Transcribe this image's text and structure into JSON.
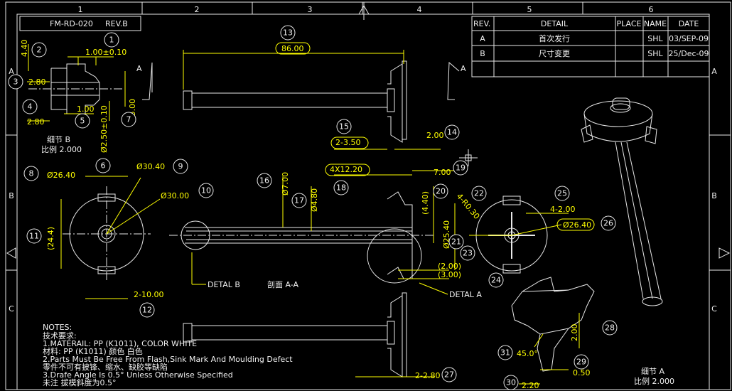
{
  "frame": {
    "columns": [
      "1",
      "2",
      "3",
      "4",
      "5",
      "6"
    ],
    "rows": [
      "A",
      "B",
      "C"
    ]
  },
  "title_box": {
    "drawing_no": "FM-RD-020",
    "revision": "REV.B"
  },
  "revision_table": {
    "headers": [
      "REV.",
      "DETAIL",
      "PLACE",
      "NAME",
      "DATE"
    ],
    "rows": [
      [
        "A",
        "首次发行",
        "",
        "SHL",
        "03/SEP-09"
      ],
      [
        "B",
        "尺寸变更",
        "",
        "SHL",
        "25/Dec-09"
      ]
    ]
  },
  "balloons": [
    "1",
    "2",
    "3",
    "4",
    "5",
    "6",
    "7",
    "8",
    "9",
    "10",
    "11",
    "12",
    "13",
    "14",
    "15",
    "16",
    "17",
    "18",
    "19",
    "20",
    "21",
    "22",
    "23",
    "24",
    "25",
    "26",
    "27",
    "28",
    "29",
    "30",
    "31"
  ],
  "dimensions": {
    "d1": "1.00±0.10",
    "d2": "4.40",
    "d3": "2.80",
    "d4": "1.00",
    "d5": "2.80",
    "d6": "Ø2.50±0.10",
    "d7": "Ø5.00",
    "d8": "Ø26.40",
    "d9": "Ø30.40",
    "d10": "Ø30.00",
    "d11": "(24.4)",
    "d12": "2-10.00",
    "d13": "86.00",
    "d14": "2.00",
    "d15": "2-3.50",
    "d16": "Ø7.00",
    "d17": "Ø4.80",
    "d18": "4X12.20",
    "d19": "7.00",
    "d20": "(4.40)",
    "d21": "Ø25.40",
    "d22": "4-R0.30",
    "d23": "(2.00)",
    "d24": "(3.00)",
    "d25": "4-2.00",
    "d26": "Ø26.40",
    "d27": "2-2.80",
    "d28": "2.00",
    "d29": "0.50",
    "d30": "2.20",
    "d31": "45.0°"
  },
  "labels": {
    "detail_b_name": "细节 B",
    "detail_b_scale": "比例 2.000",
    "detail_a_name": "细节 A",
    "detail_a_scale": "比例 2.000",
    "section_mark": "A",
    "section_view": "剖面 A-A",
    "detal_b": "DETAL B",
    "detal_a": "DETAL A"
  },
  "notes": {
    "title": "NOTES:",
    "lines": [
      "技术要求:",
      "1.MATERAIL: PP  (K1011),  COLOR WHITE",
      "  材料:    PP  (K1011) 颜色 白色",
      "2.Parts Must Be Free From Flash,Sink Mark And Moulding Defect",
      "  零件不可有披锋、缩水、缺胶等缺陷",
      "3.Drafe Angle Is 0.5°   Unless Otherwise Specified",
      "  未注 拔模斜度为0.5°"
    ]
  },
  "colors": {
    "background": "#000000",
    "outline": "#e8e8e8",
    "dimension": "#ffff00"
  }
}
